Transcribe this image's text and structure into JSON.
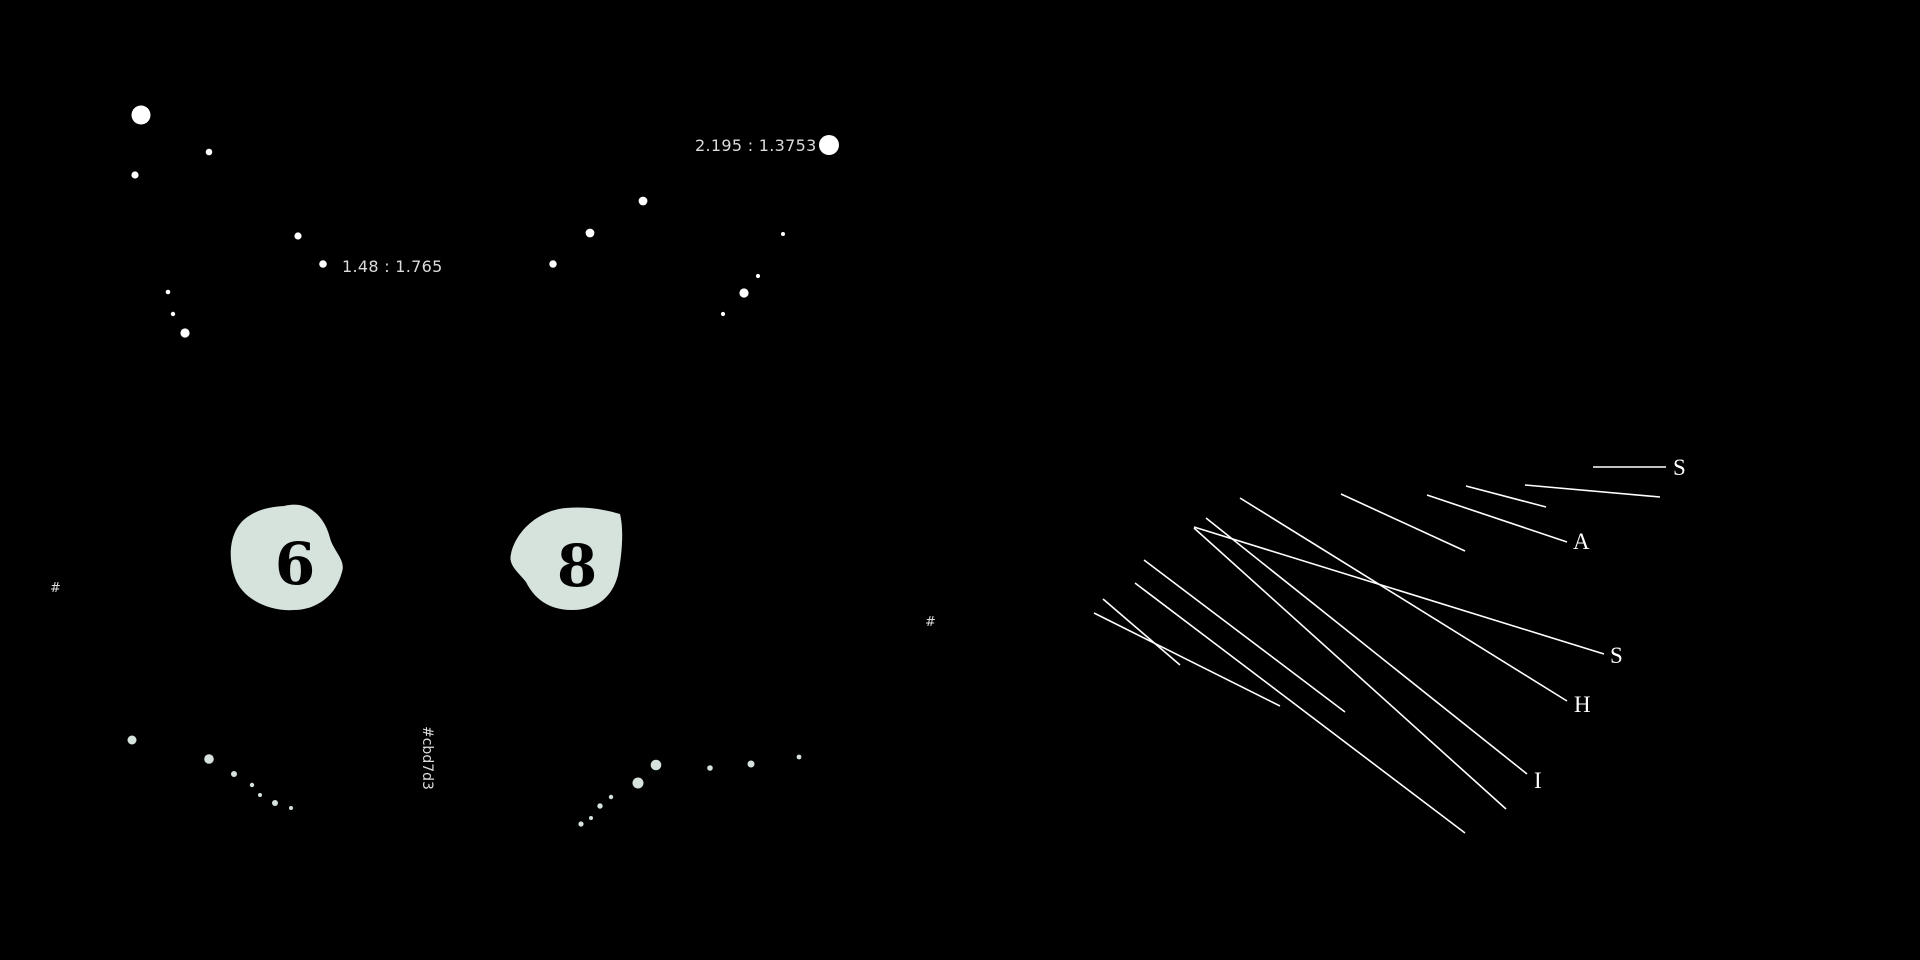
{
  "colors": {
    "background": "#000000",
    "dots": "#ffffff",
    "blob_fill": "#d6e2dc",
    "lines": "#ffffff",
    "text": "#dcdcdc"
  },
  "labels": {
    "ratio_left": "1.48 : 1.765",
    "ratio_right": "2.195 : 1.3753",
    "hash_left": "#",
    "hash_center": "#",
    "hex_code": "#cbd7d3"
  },
  "blobs": [
    {
      "digit": "6"
    },
    {
      "digit": "8"
    }
  ],
  "letters": [
    "S",
    "A",
    "S",
    "H",
    "I"
  ]
}
